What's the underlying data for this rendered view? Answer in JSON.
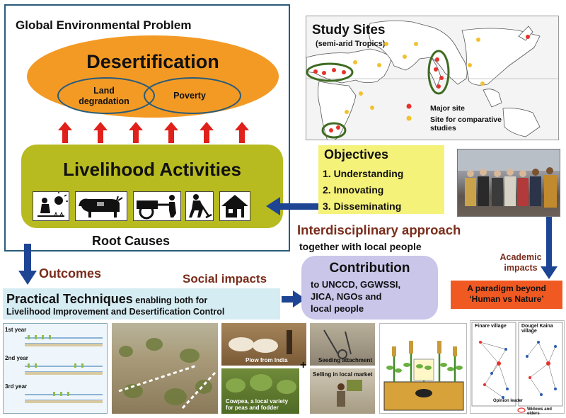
{
  "global_box": {
    "title": "Global Environmental Problem",
    "desertification": "Desertification",
    "land_degradation": "Land degradation",
    "poverty": "Poverty",
    "livelihood": "Livelihood Activities",
    "root_causes": "Root Causes",
    "icons": [
      "sowing-icon",
      "cattle-icon",
      "cart-icon",
      "hoe-icon",
      "house-icon"
    ]
  },
  "study_sites": {
    "title": "Study Sites",
    "subtitle": "(semi-arid Tropics)",
    "legend_major": "Major site",
    "legend_comparative": "Site for comparative studies",
    "major_color": "#e8312c",
    "comparative_color": "#f2c12e"
  },
  "objectives": {
    "title": "Objectives",
    "items": [
      "1. Understanding",
      "2. Innovating",
      "3. Disseminating"
    ]
  },
  "approach": {
    "title": "Interdisciplinary approach",
    "subtitle": "together with local people"
  },
  "academic": {
    "label": "Academic impacts",
    "paradigm": "A paradigm beyond ‘Human vs Nature’"
  },
  "outcomes": "Outcomes",
  "social_impacts": "Social impacts",
  "contribution": {
    "title": "Contribution",
    "lines": [
      "to UNCCD, GGWSSI,",
      "JICA, NGOs and",
      "local people"
    ]
  },
  "practical": {
    "title": "Practical Techniques",
    "title_small": " enabling both for",
    "line2": "Livelihood Improvement and Desertification Control"
  },
  "bottom_panels": {
    "years": [
      "1st year",
      "2nd year",
      "3rd year"
    ],
    "plow": "Plow from India",
    "seeding": "Seeding attachment",
    "selling": "Selling in local market",
    "cowpea": "Cowpea, a local variety for peas and fodder",
    "finare": "Finare village",
    "dougel": "Dougel Kaina village",
    "opinion_leader": "Opinion leader",
    "widows": "Widows and elders"
  },
  "colors": {
    "orange": "#f39a25",
    "olive": "#b8bb20",
    "navy": "#1e4494",
    "red_arrow": "#e0201b",
    "yellow_box": "#f5f27a",
    "lavender": "#c9c6ea",
    "light_blue": "#d6ecf3",
    "paradigm": "#f05a22",
    "brown_text": "#7a2d1c"
  }
}
